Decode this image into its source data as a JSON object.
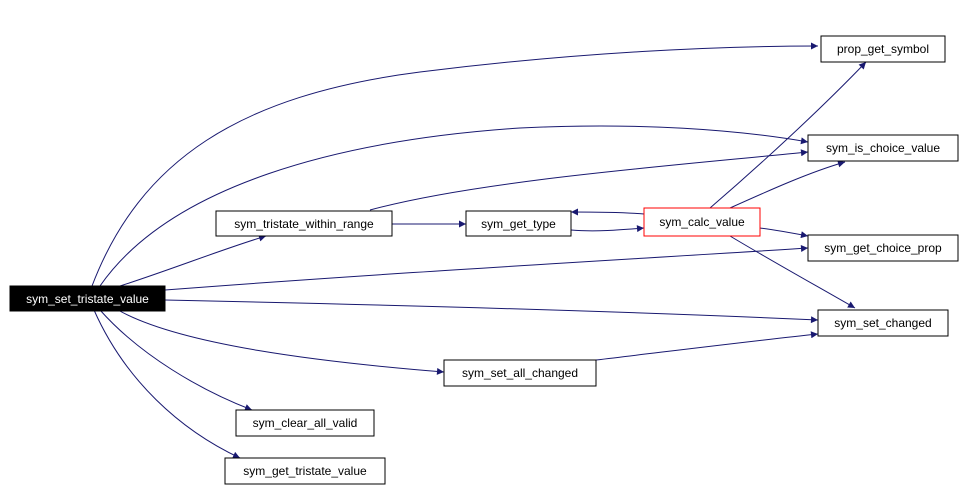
{
  "colors": {
    "edge": "#191970",
    "root_fill": "#000000",
    "root_text": "#ffffff",
    "highlight_border": "#ff0000"
  },
  "nodes": {
    "sym_set_tristate_value": "sym_set_tristate_value",
    "sym_tristate_within_range": "sym_tristate_within_range",
    "sym_get_type": "sym_get_type",
    "sym_calc_value": "sym_calc_value",
    "prop_get_symbol": "prop_get_symbol",
    "sym_is_choice_value": "sym_is_choice_value",
    "sym_get_choice_prop": "sym_get_choice_prop",
    "sym_set_changed": "sym_set_changed",
    "sym_set_all_changed": "sym_set_all_changed",
    "sym_clear_all_valid": "sym_clear_all_valid",
    "sym_get_tristate_value": "sym_get_tristate_value"
  }
}
